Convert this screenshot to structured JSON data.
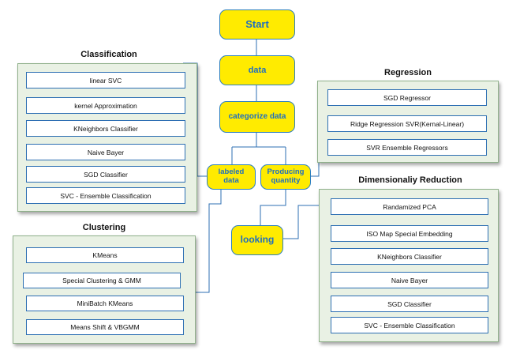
{
  "flow": {
    "start": "Start",
    "data": "data",
    "categorize": "categorize data",
    "labeled": "labeled data",
    "producing": "Producing quantity",
    "looking": "looking"
  },
  "classification": {
    "title": "Classification",
    "items": [
      "linear SVC",
      "kernel Approximation",
      "KNeighbors Classifier",
      "Naive Bayer",
      "SGD Classifier",
      "SVC - Ensemble Classification"
    ]
  },
  "clustering": {
    "title": "Clustering",
    "items": [
      "KMeans",
      "Special Clustering & GMM",
      "MiniBatch KMeans",
      "Means Shift & VBGMM"
    ]
  },
  "regression": {
    "title": "Regression",
    "items": [
      "SGD Regressor",
      "Ridge Regression SVR(Kernal-Linear)",
      "SVR Ensemble Regressors"
    ]
  },
  "dimensionality": {
    "title": "Dimensionaliy Reduction",
    "items": [
      "Randamized PCA",
      "ISO Map Special Embedding",
      "KNeighbors Classifier",
      "Naive Bayer",
      "SGD Classifier",
      "SVC - Ensemble Classification"
    ]
  },
  "colors": {
    "flow_fill": "#ffeb00",
    "flow_text": "#1f6fc0",
    "connector": "#2d6fb3",
    "panel_fill": "#e9f1e4"
  }
}
